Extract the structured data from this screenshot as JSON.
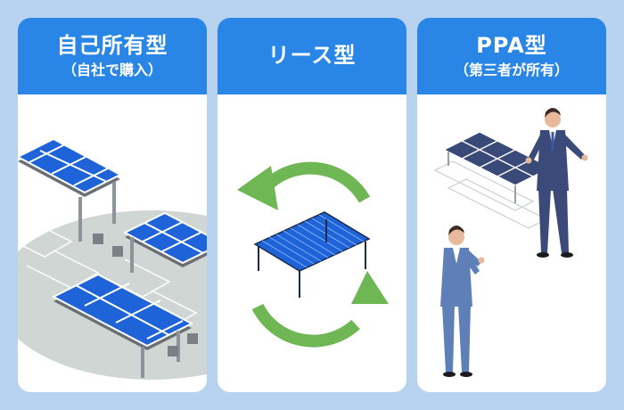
{
  "cards": [
    {
      "title": "自己所有型",
      "subtitle": "（自社で購入）",
      "illustration": "ground-solar-array"
    },
    {
      "title": "リース型",
      "subtitle": "",
      "illustration": "lease-cycle-arrows"
    },
    {
      "title": "PPA型",
      "subtitle": "（第三者が所有）",
      "illustration": "ppa-businessmen"
    }
  ],
  "colors": {
    "background": "#b7d3f0",
    "card": "#ffffff",
    "header": "#2a86e6",
    "panel": "#1f63d8",
    "arrow": "#6fb655",
    "ground": "#cfd6d3",
    "suit": "#3c4a7a"
  }
}
